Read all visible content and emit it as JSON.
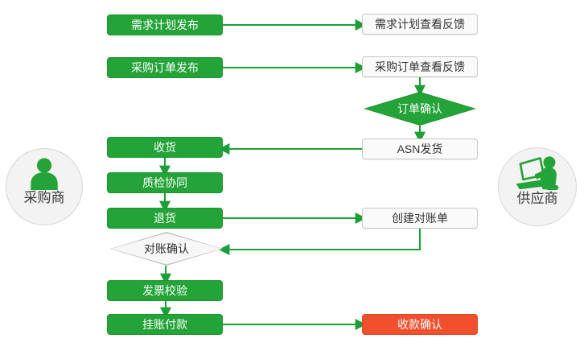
{
  "palette": {
    "green": "#23a338",
    "green_border": "#1c9630",
    "arrow_green": "#1d9e36",
    "red": "#f1502e",
    "light_box_bg": "#fafafa",
    "light_box_border": "#c8c8c8",
    "circle_bg": "#f3f3f3",
    "circle_border": "#d6d6d6",
    "dark_text": "#333333"
  },
  "actors": {
    "buyer": {
      "label": "采购商",
      "icon": "person-icon"
    },
    "supplier": {
      "label": "供应商",
      "icon": "person-laptop-icon"
    }
  },
  "nodes": {
    "demand_publish": {
      "label": "需求计划发布",
      "type": "process-green"
    },
    "po_publish": {
      "label": "采购订单发布",
      "type": "process-green"
    },
    "receive": {
      "label": "收货",
      "type": "process-green"
    },
    "quality": {
      "label": "质检协同",
      "type": "process-green"
    },
    "returns": {
      "label": "退货",
      "type": "process-green"
    },
    "recon_confirm": {
      "label": "对账确认",
      "type": "decision-light"
    },
    "invoice_verify": {
      "label": "发票校验",
      "type": "process-green"
    },
    "payment": {
      "label": "挂账付款",
      "type": "process-green"
    },
    "demand_view": {
      "label": "需求计划查看反馈",
      "type": "process-light"
    },
    "po_view": {
      "label": "采购订单查看反馈",
      "type": "process-light"
    },
    "order_confirm": {
      "label": "订单确认",
      "type": "decision-green"
    },
    "asn": {
      "label": "ASN发货",
      "type": "process-light"
    },
    "recon_create": {
      "label": "创建对账单",
      "type": "process-light"
    },
    "payment_confirm": {
      "label": "收款确认",
      "type": "process-red"
    }
  },
  "edges": [
    {
      "from": "demand_publish",
      "to": "demand_view"
    },
    {
      "from": "po_publish",
      "to": "po_view"
    },
    {
      "from": "po_view",
      "to": "order_confirm"
    },
    {
      "from": "order_confirm",
      "to": "asn"
    },
    {
      "from": "asn",
      "to": "receive"
    },
    {
      "from": "receive",
      "to": "quality"
    },
    {
      "from": "quality",
      "to": "returns"
    },
    {
      "from": "returns",
      "to": "recon_create"
    },
    {
      "from": "recon_create",
      "to": "recon_confirm"
    },
    {
      "from": "recon_confirm",
      "to": "invoice_verify"
    },
    {
      "from": "invoice_verify",
      "to": "payment"
    },
    {
      "from": "payment",
      "to": "payment_confirm"
    }
  ]
}
